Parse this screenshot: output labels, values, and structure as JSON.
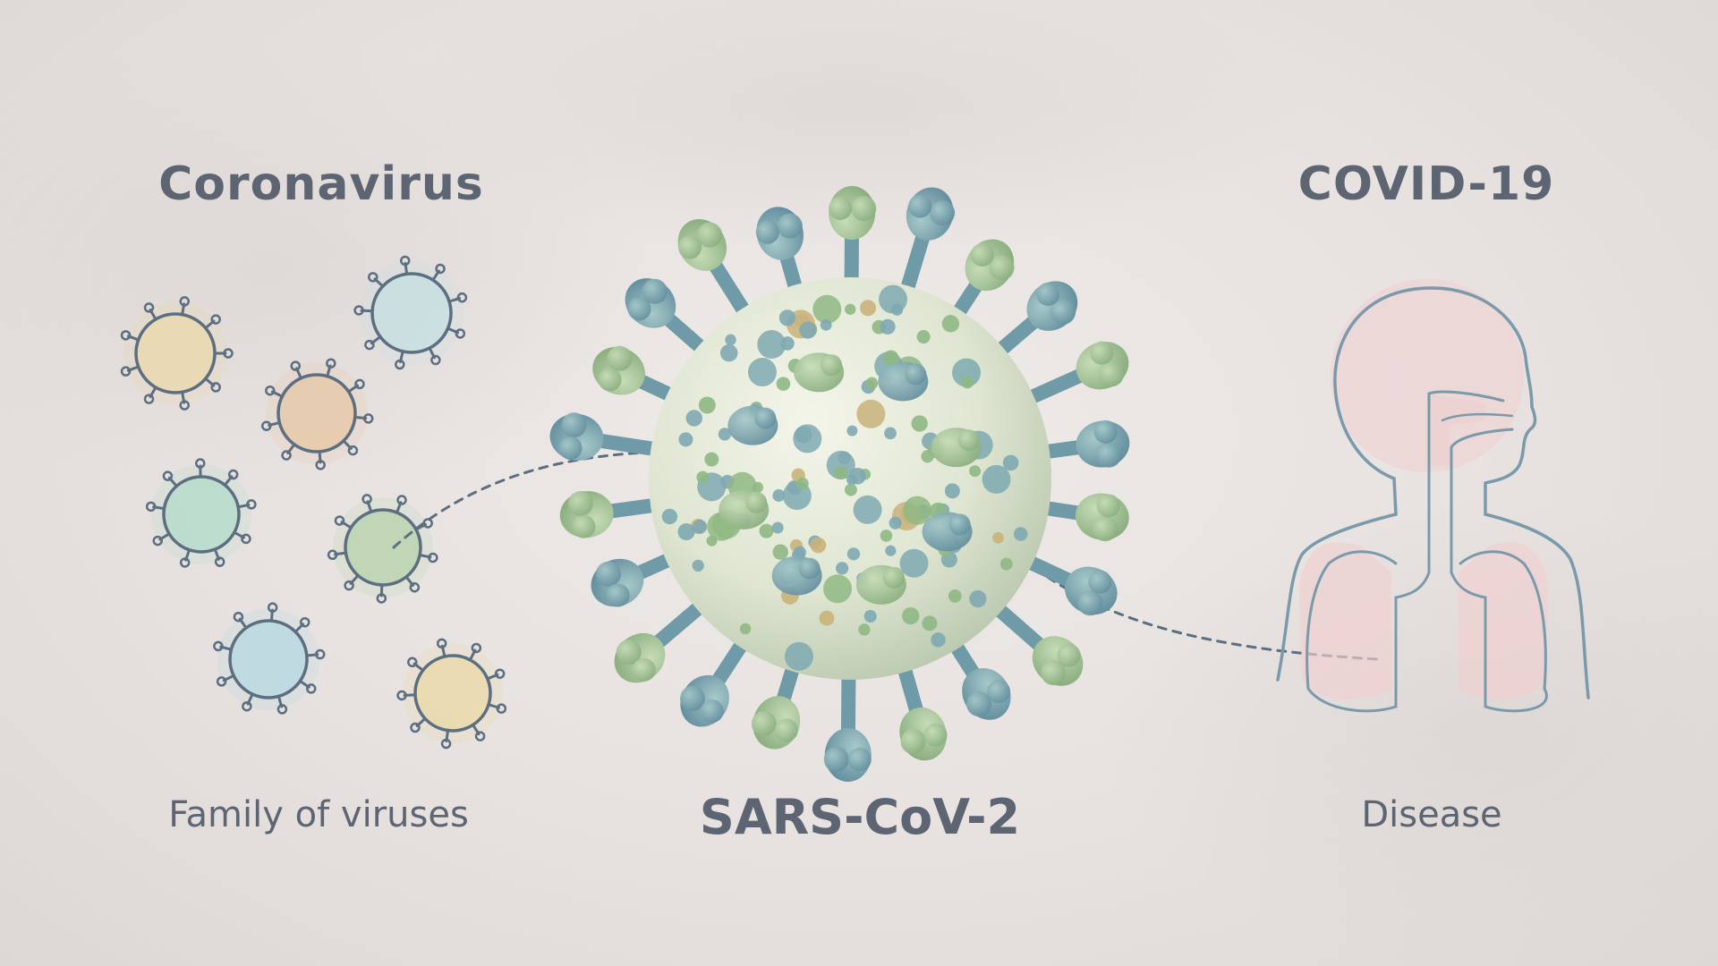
{
  "labels": {
    "coronavirus": "Coronavirus",
    "covid": "COVID-19",
    "family": "Family of viruses",
    "sars": "SARS-CoV-2",
    "disease": "Disease"
  },
  "colors": {
    "text": "#5d6573",
    "outline": "#5c6f80",
    "virus_sphere": "#dfe6d2",
    "spike_green": "#98ba8c",
    "spike_blue": "#6f9aa8",
    "body_fill": "#efcfcf",
    "body_outline": "#7a9aac"
  },
  "small_virus_tints": [
    "#ead9b0",
    "#c8dfe2",
    "#e6c9aa",
    "#b7dccb",
    "#bcd3b0",
    "#bad9e0",
    "#ead9ac"
  ],
  "icons": {
    "family": "small-virus-icon",
    "main": "sars-cov-2-virus-icon",
    "person": "respiratory-system-icon"
  }
}
